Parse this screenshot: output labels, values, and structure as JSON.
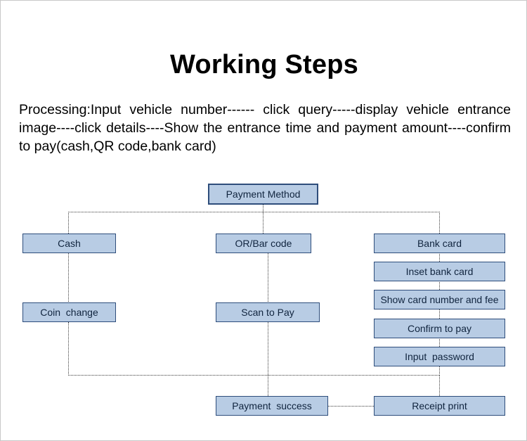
{
  "slide": {
    "title": "Working Steps",
    "processing_paragraph": "Processing:Input vehicle number------ click query-----display vehicle entrance image----click details----Show the entrance time and payment amount----confirm to pay(cash,QR code,bank card)"
  },
  "colors": {
    "node_fill": "#b8cce4",
    "node_border": "#2e4d7b",
    "connector": "#3a3a3a",
    "text": "#10243e",
    "background": "#ffffff"
  },
  "flowchart": {
    "type": "flowchart",
    "root": {
      "label": "Payment Method"
    },
    "branches": [
      {
        "name": "cash",
        "steps": [
          {
            "label": "Cash"
          },
          {
            "label": "Coin  change"
          }
        ]
      },
      {
        "name": "qr-code",
        "steps": [
          {
            "label": "OR/Bar code"
          },
          {
            "label": "Scan to Pay"
          }
        ]
      },
      {
        "name": "bank-card",
        "steps": [
          {
            "label": "Bank card"
          },
          {
            "label": "Inset bank card"
          },
          {
            "label": "Show card number and fee"
          },
          {
            "label": "Confirm to pay"
          },
          {
            "label": "Input  password"
          }
        ]
      }
    ],
    "outcome": [
      {
        "label": "Payment  success"
      },
      {
        "label": "Receipt print"
      }
    ]
  }
}
